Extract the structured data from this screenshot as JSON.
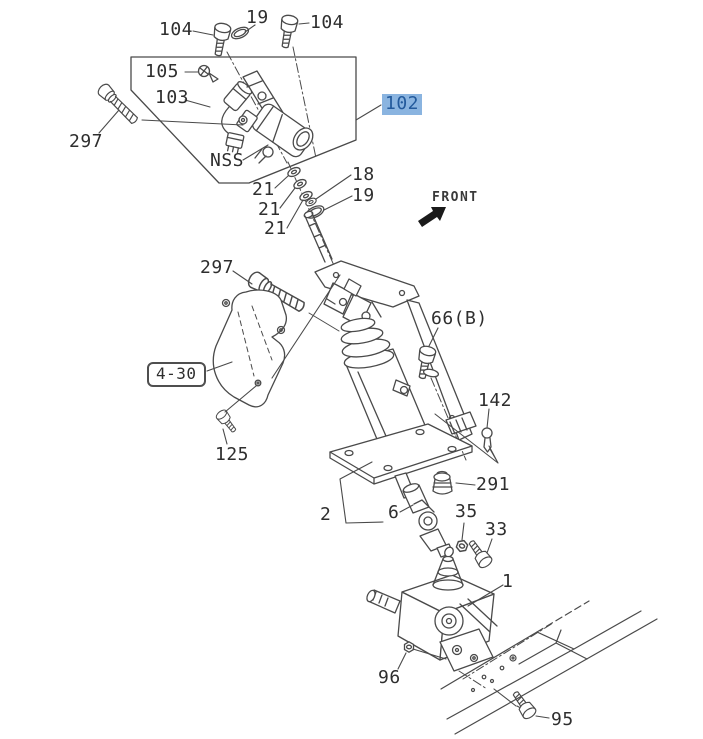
{
  "diagram": {
    "front_indicator": "FRONT",
    "nss_note": "NSS",
    "selected_callout": "102",
    "colors": {
      "highlight_bg": "#8ab4e0",
      "highlight_text": "#235a9c",
      "line": "#4a4a4a",
      "label_text": "#2e2e2e"
    },
    "callouts": {
      "c104_left": "104",
      "c19_top": "19",
      "c104_right": "104",
      "c105": "105",
      "c103": "103",
      "c297_left": "297",
      "c102": "102",
      "c21_a": "21",
      "c18": "18",
      "c19_mid": "19",
      "c21_b": "21",
      "c21_c": "21",
      "c297_mid": "297",
      "c66b": "66(B)",
      "c430": "4-30",
      "c142": "142",
      "c125": "125",
      "c291": "291",
      "c2": "2",
      "c6": "6",
      "c35": "35",
      "c33": "33",
      "c1": "1",
      "c96": "96",
      "c95": "95"
    }
  }
}
